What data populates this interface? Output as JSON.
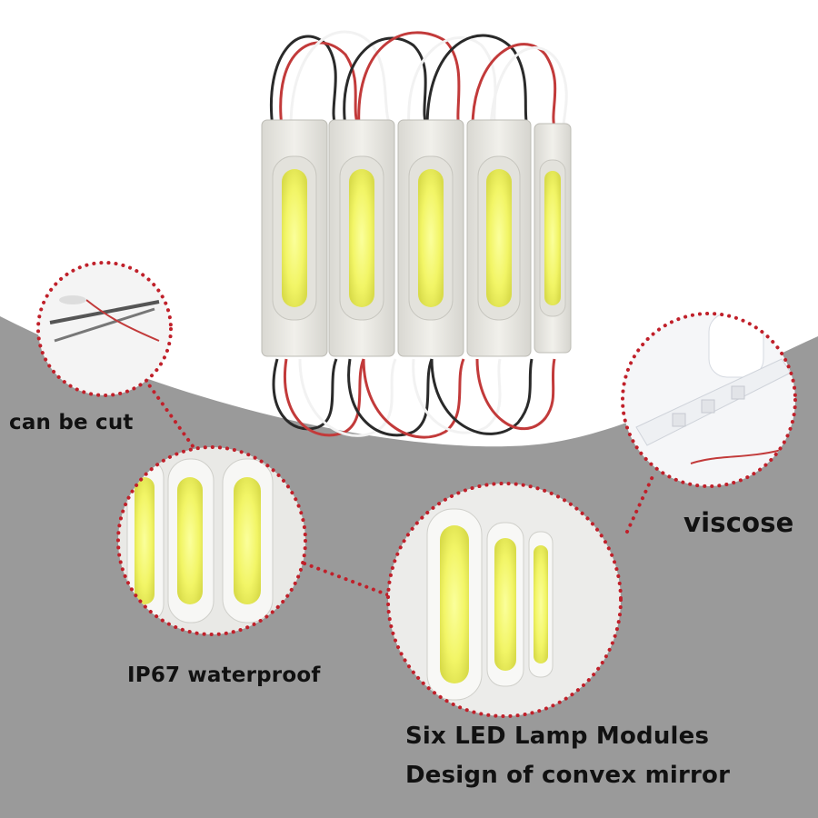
{
  "captions": {
    "cut": "can be cut",
    "viscose": "viscose",
    "waterproof": "IP67 waterproof",
    "modules": "Six LED Lamp Modules",
    "mirror": "Design of convex mirror"
  },
  "colors": {
    "background_top": "#ffffff",
    "background_bottom": "#9a9a9a",
    "dotted_border": "#c0202a",
    "led_glow": "#f2f566",
    "module_body": "#ecebe6",
    "wire_red": "#c23a3a",
    "wire_black": "#2a2a2a",
    "wire_white": "#f2f2f2",
    "text": "#111111"
  }
}
